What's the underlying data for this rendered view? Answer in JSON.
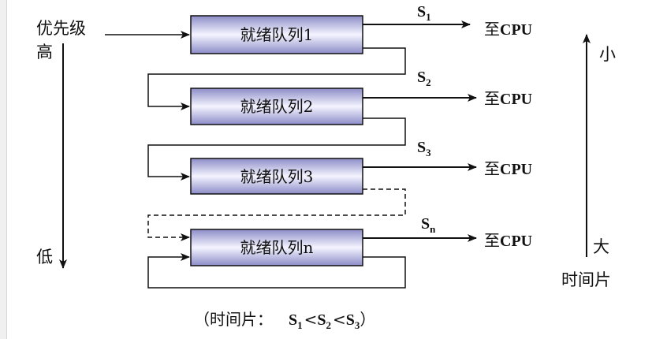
{
  "priority": {
    "title": "优先级",
    "high": "高",
    "low": "低"
  },
  "queues": [
    {
      "label": "就绪队列1",
      "slice": "S",
      "sub": "1",
      "dest_prefix": "至",
      "dest": "CPU"
    },
    {
      "label": "就绪队列2",
      "slice": "S",
      "sub": "2",
      "dest_prefix": "至",
      "dest": "CPU"
    },
    {
      "label": "就绪队列3",
      "slice": "S",
      "sub": "3",
      "dest_prefix": "至",
      "dest": "CPU"
    },
    {
      "label": "就绪队列n",
      "slice": "S",
      "sub": "n",
      "dest_prefix": "至",
      "dest": "CPU"
    }
  ],
  "timeslice": {
    "small": "小",
    "large": "大",
    "title": "时间片"
  },
  "caption": {
    "open": "（时间片：",
    "s1": "S",
    "s1_sub": "1",
    "lt1": "<",
    "s2": "S",
    "s2_sub": "2",
    "lt2": "<",
    "s3": "S",
    "s3_sub": "3",
    "close": "）"
  },
  "colors": {
    "queue_fill_light": "#f4f4ff",
    "queue_fill_dark": "#8c8cc8",
    "line": "#111111"
  }
}
